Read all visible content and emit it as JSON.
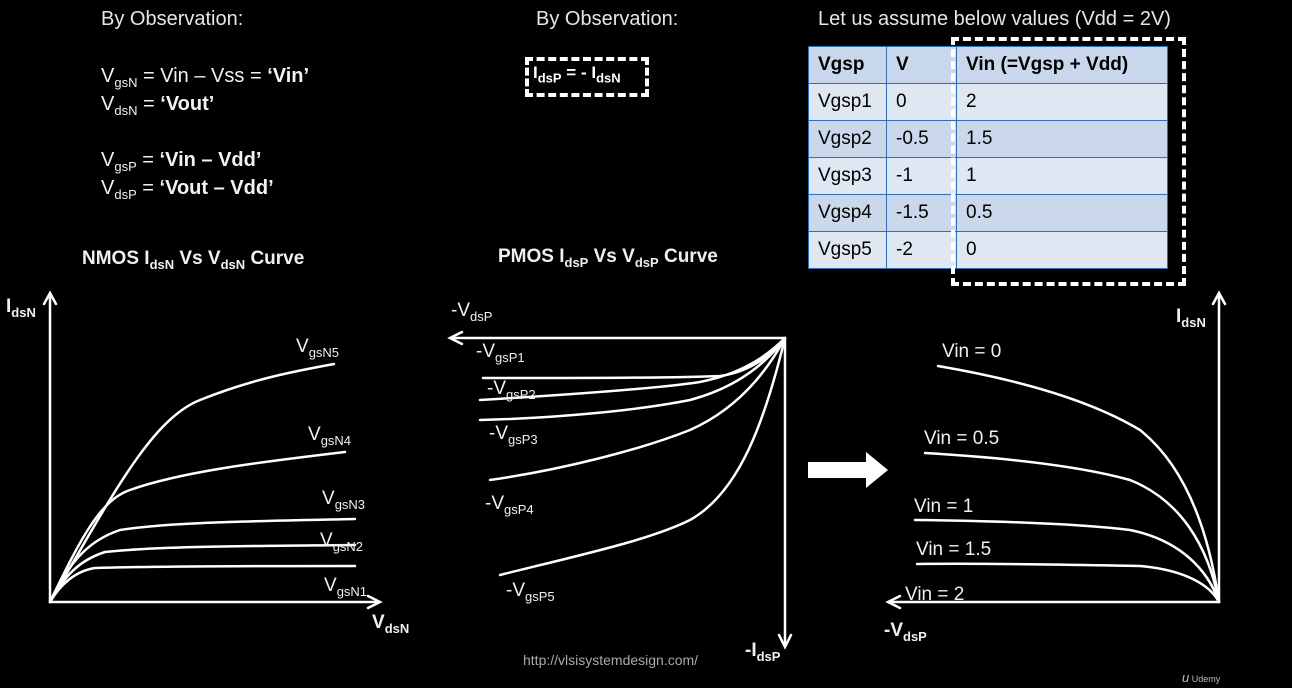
{
  "left_obs": {
    "title": "By Observation:",
    "vgsn_sym": "V",
    "vgsn_sub": "gsN",
    "vgsn_rhs": " = Vin – Vss = ",
    "vgsn_val": "‘Vin’",
    "vdsn_sym": "V",
    "vdsn_sub": "dsN",
    "vdsn_rhs": " = ",
    "vdsn_val": "‘Vout’",
    "vgsp_sym": "V",
    "vgsp_sub": "gsP",
    "vgsp_rhs": " = ",
    "vgsp_val": "‘Vin – Vdd’",
    "vdsp_sym": "V",
    "vdsp_sub": "dsP",
    "vdsp_rhs": " = ",
    "vdsp_val": "‘Vout – Vdd’"
  },
  "mid_obs": {
    "title": "By Observation:",
    "i1": "I",
    "i1_sub": "dsP",
    "mid": " = - ",
    "i2": "I",
    "i2_sub": "dsN"
  },
  "table": {
    "caption": "Let us assume below values (Vdd = 2V)",
    "headers": [
      "Vgsp",
      "V",
      "Vin (=Vgsp + Vdd)"
    ],
    "rows": [
      [
        "Vgsp1",
        "0",
        "2"
      ],
      [
        "Vgsp2",
        "-0.5",
        "1.5"
      ],
      [
        "Vgsp3",
        "-1",
        "1"
      ],
      [
        "Vgsp4",
        "-1.5",
        "0.5"
      ],
      [
        "Vgsp5",
        "-2",
        "0"
      ]
    ]
  },
  "nmos": {
    "title_a": "NMOS I",
    "title_sub1": "dsN",
    "title_b": " Vs V",
    "title_sub2": "dsN",
    "title_c": " Curve",
    "y_sym": "I",
    "y_sub": "dsN",
    "x_sym": "V",
    "x_sub": "dsN",
    "curves": [
      {
        "sym": "V",
        "sub": "gsN5"
      },
      {
        "sym": "V",
        "sub": "gsN4"
      },
      {
        "sym": "V",
        "sub": "gsN3"
      },
      {
        "sym": "V",
        "sub": "gsN2"
      },
      {
        "sym": "V",
        "sub": "gsN1"
      }
    ]
  },
  "pmos": {
    "title_a": "PMOS I",
    "title_sub1": "dsP",
    "title_b": " Vs V",
    "title_sub2": "dsP",
    "title_c": " Curve",
    "x_sym": "-V",
    "x_sub": "dsP",
    "y_sym": "-I",
    "y_sub": "dsP",
    "curves": [
      {
        "sym": "-V",
        "sub": "gsP1"
      },
      {
        "sym": "-V",
        "sub": "gsP2"
      },
      {
        "sym": "-V",
        "sub": "gsP3"
      },
      {
        "sym": "-V",
        "sub": "gsP4"
      },
      {
        "sym": "-V",
        "sub": "gsP5"
      }
    ]
  },
  "result": {
    "y_sym": "I",
    "y_sub": "dsN",
    "x_sym": "-V",
    "x_sub": "dsP",
    "curves": [
      "Vin = 0",
      "Vin = 0.5",
      "Vin = 1",
      "Vin = 1.5",
      "Vin = 2"
    ]
  },
  "footer": {
    "url": "http://vlsisystemdesign.com/",
    "brand": "Udemy"
  }
}
